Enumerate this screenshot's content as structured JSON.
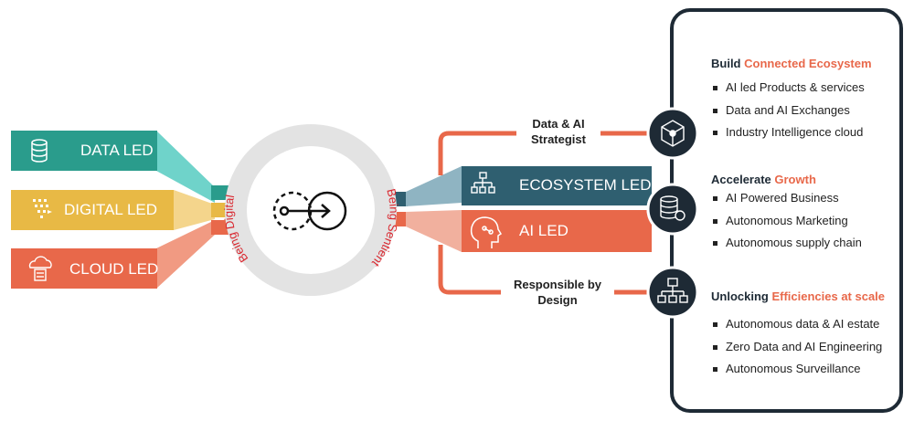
{
  "left_bands": [
    {
      "label": "DATA LED",
      "color": "#2a9c8c",
      "icon": "database-icon"
    },
    {
      "label": "DIGITAL LED",
      "color": "#e8b945",
      "icon": "digital-funnel-icon"
    },
    {
      "label": "CLOUD LED",
      "color": "#e8684a",
      "icon": "cloud-server-icon"
    }
  ],
  "hub": {
    "left_arc_label": "Being Digital",
    "right_arc_label": "Being Sentient",
    "icon": "arrow-through-circles-icon"
  },
  "right_bands": [
    {
      "label": "ECOSYSTEM LED",
      "color": "#2f5f70",
      "icon": "hierarchy-icon"
    },
    {
      "label": "AI LED",
      "color": "#e8684a",
      "icon": "ai-head-icon"
    }
  ],
  "middle_labels": {
    "top": "Data & AI\nStrategist",
    "bottom": "Responsible by\nDesign"
  },
  "panel_sections": [
    {
      "title_plain": "Build ",
      "title_highlight": "Connected Ecosystem",
      "icon": "network-cube-icon",
      "bullets": [
        "AI led Products & services",
        "Data and AI Exchanges",
        "Industry Intelligence cloud"
      ]
    },
    {
      "title_plain": "Accelerate ",
      "title_highlight": "Growth",
      "icon": "database-gear-icon",
      "bullets": [
        "AI Powered Business",
        "Autonomous Marketing",
        "Autonomous supply chain"
      ]
    },
    {
      "title_plain": "Unlocking ",
      "title_highlight": "Efficiencies at scale",
      "icon": "org-chart-icon",
      "bullets": [
        "Autonomous data & AI estate",
        "Zero Data and AI Engineering",
        "Autonomous Surveillance"
      ]
    }
  ],
  "colors": {
    "teal": "#2a9c8c",
    "yellow": "#e8b945",
    "orange": "#e8684a",
    "navy": "#1e2a35",
    "slate_blue": "#2f5f70",
    "funnel_blue": "#8fb4c2",
    "funnel_peach": "#f1b09e",
    "light_teal": "#6fd3ca",
    "light_yellow": "#f4d58c",
    "light_orange": "#f19a82"
  }
}
